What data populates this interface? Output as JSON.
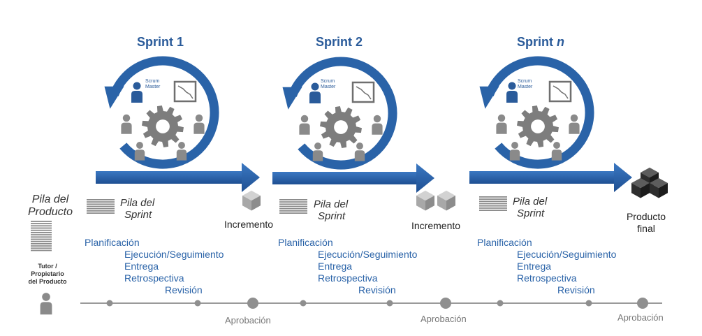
{
  "sprints": [
    {
      "title_prefix": "Sprint",
      "title_suffix": "1",
      "suffix_italic": false,
      "scrum_master": [
        "Scrum",
        "Master"
      ],
      "backlog": [
        "Pila del",
        "Sprint"
      ],
      "increment": "Incremento"
    },
    {
      "title_prefix": "Sprint",
      "title_suffix": "2",
      "suffix_italic": false,
      "scrum_master": [
        "Scrum",
        "Master"
      ],
      "backlog": [
        "Pila del",
        "Sprint"
      ],
      "increment": "Incremento"
    },
    {
      "title_prefix": "Sprint",
      "title_suffix": "n",
      "suffix_italic": true,
      "scrum_master": [
        "Scrum",
        "Master"
      ],
      "backlog": [
        "Pila del",
        "Sprint"
      ],
      "increment": "Producto final"
    }
  ],
  "product_backlog": [
    "Pila del",
    "Producto"
  ],
  "owner": [
    "Tutor /",
    "Propietario",
    "del Producto"
  ],
  "phases": [
    "Planificación",
    "Ejecución/Seguimiento",
    "Entrega",
    "Retrospectiva",
    "Revisión"
  ],
  "approval": "Aprobación",
  "colors": {
    "blue": "#2a63a8",
    "dark_blue": "#1f4e8c",
    "gray": "#8a8a8a"
  },
  "icons": [
    "cycle-arrow-icon",
    "gear-icon",
    "person-icon",
    "chart-board-icon",
    "document-stack-icon",
    "cube-icon"
  ]
}
